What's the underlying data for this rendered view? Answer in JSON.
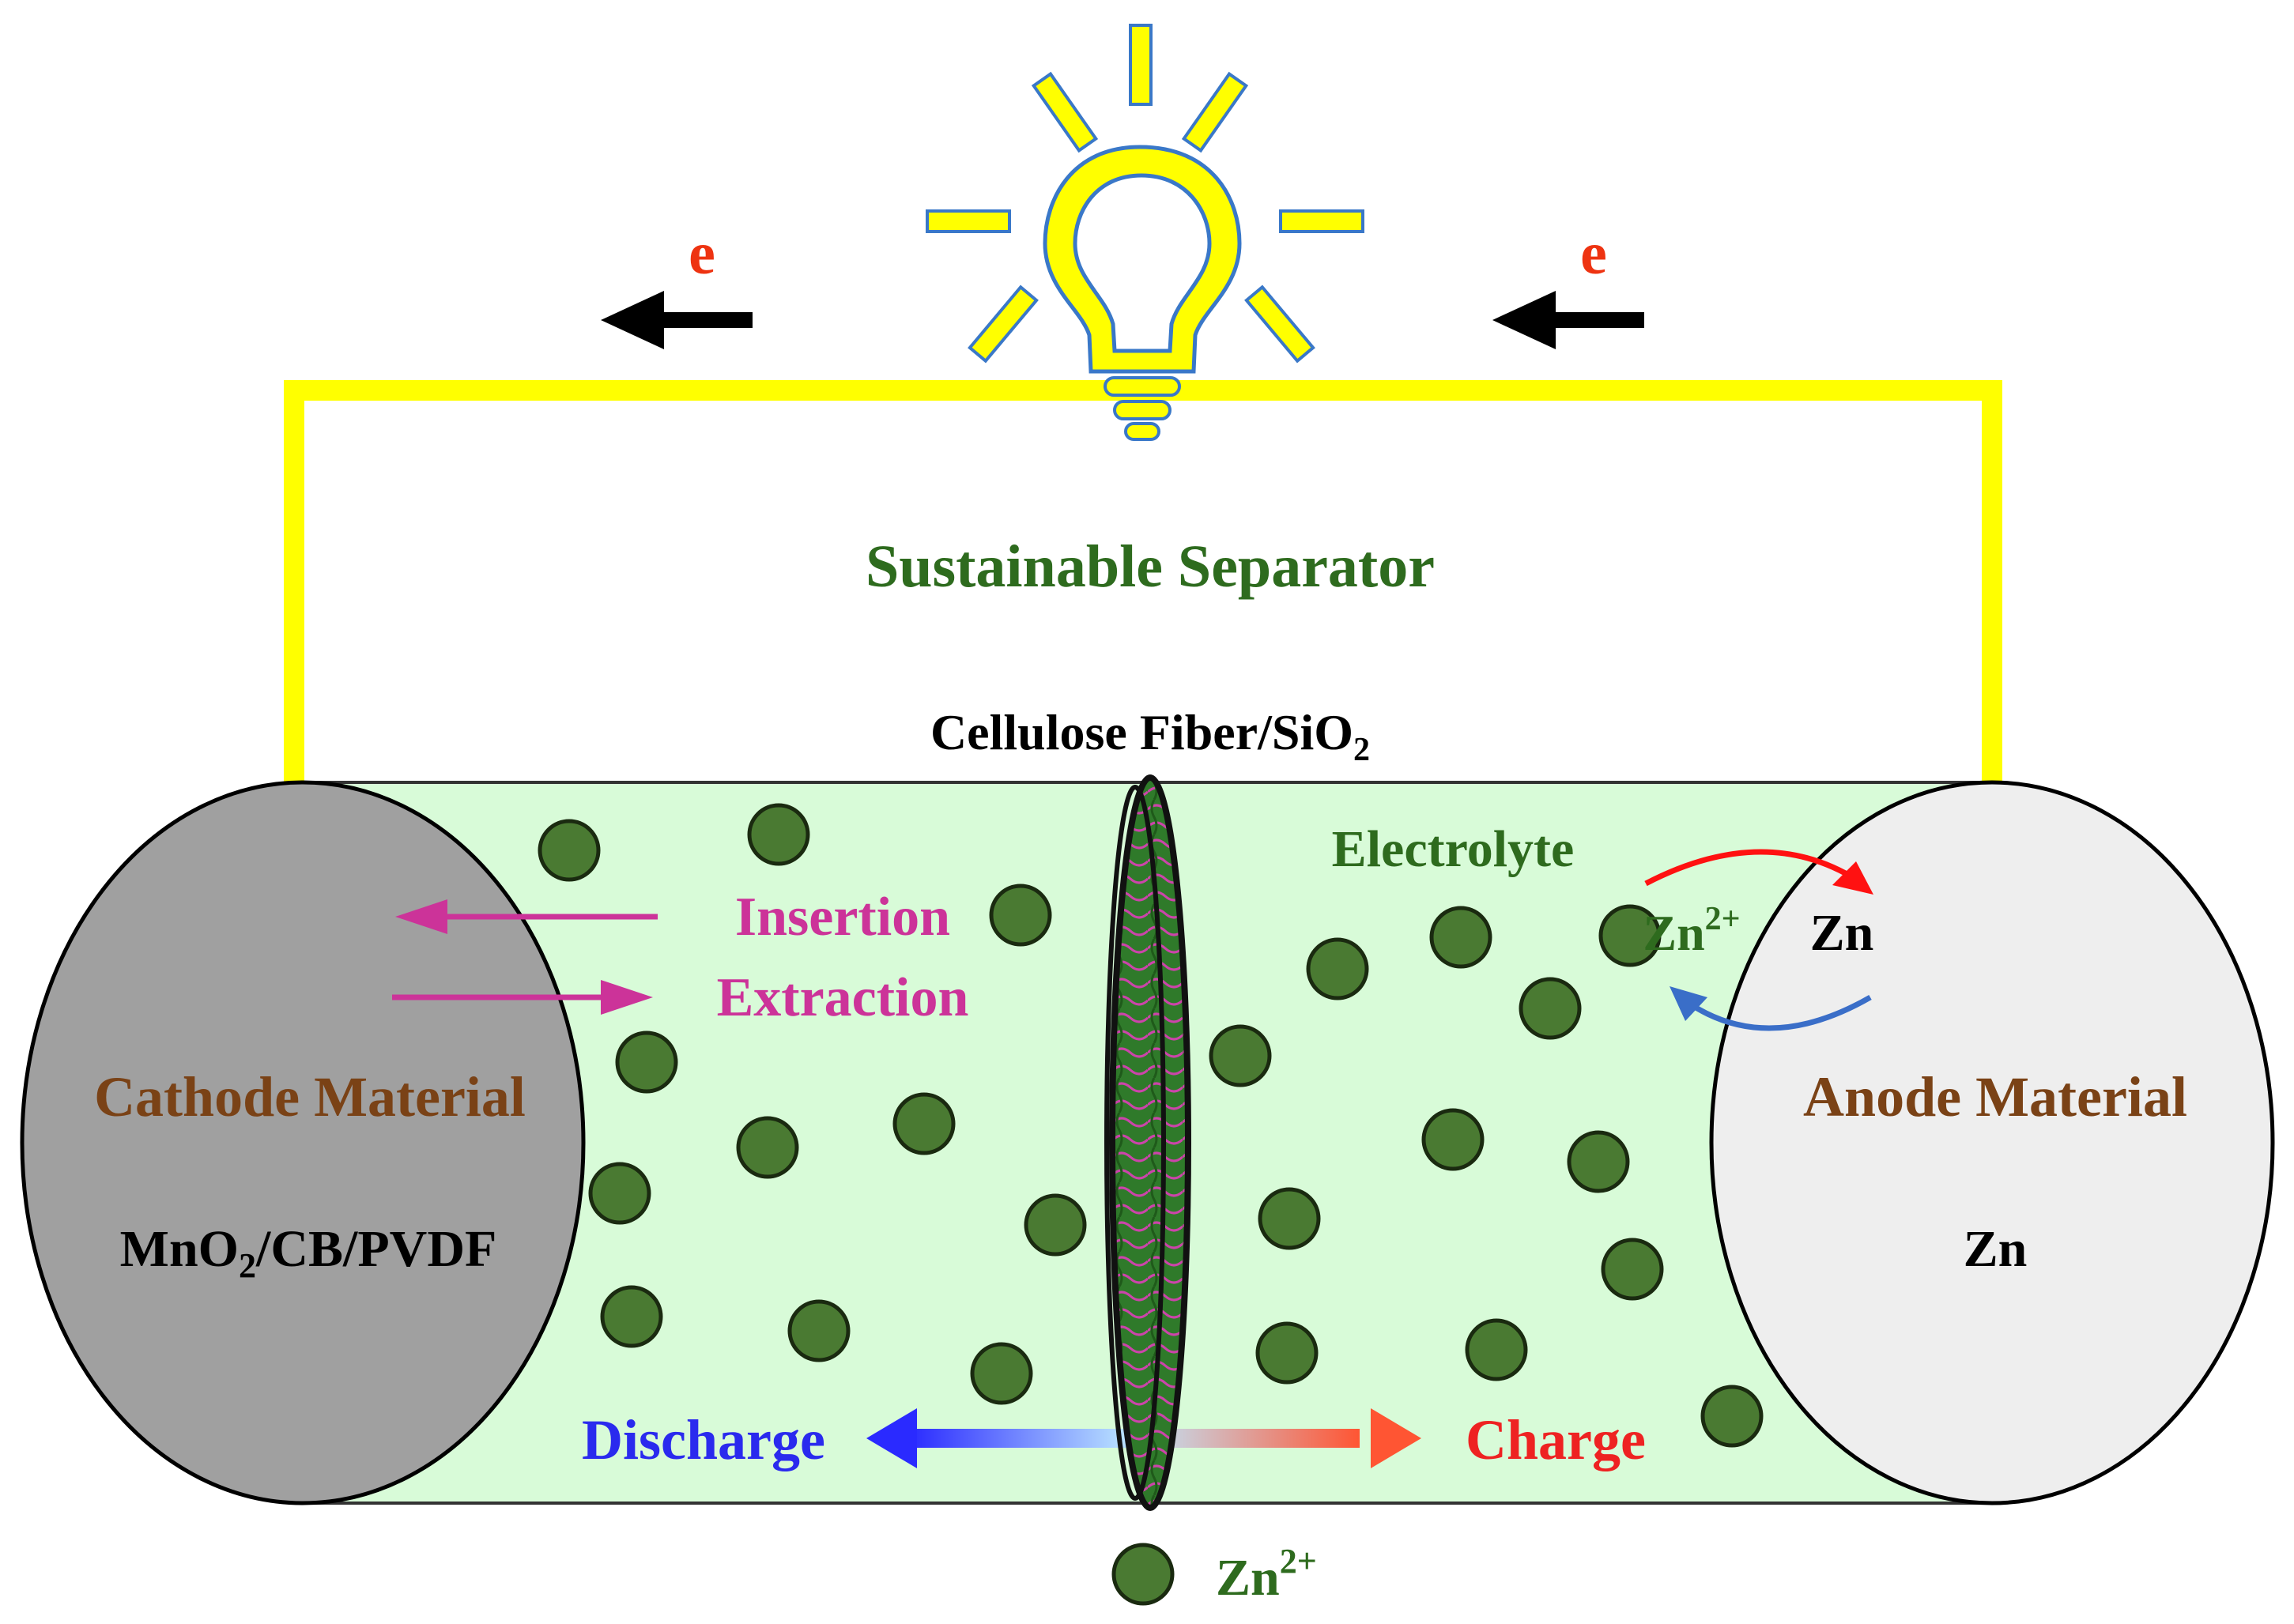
{
  "circuit": {
    "electron_left": "e",
    "electron_right": "e"
  },
  "separator": {
    "title": "Sustainable Separator",
    "material_base": "Cellulose Fiber/SiO",
    "material_sub": "2"
  },
  "cathode": {
    "title": "Cathode Material",
    "composition_a": "MnO",
    "composition_sub": "2",
    "composition_b": "/CB/PVDF"
  },
  "anode": {
    "title": "Anode Material",
    "composition": "Zn"
  },
  "electrolyte": {
    "label": "Electrolyte"
  },
  "reactions": {
    "insertion": "Insertion",
    "extraction": "Extraction",
    "ion_base": "Zn",
    "ion_sup": "2+",
    "metal": "Zn"
  },
  "process": {
    "discharge": "Discharge",
    "charge": "Charge"
  },
  "legend": {
    "ion_base": "Zn",
    "ion_sup": "2+"
  },
  "colors": {
    "wire": "#ffff00",
    "electrolyte_fill": "#d8fbd8",
    "cathode_fill": "#a0a0a0",
    "anode_fill": "#eeeeee",
    "ion": "#4a7a32",
    "separator_title": "#2e6b1e",
    "material_text": "#7a4216",
    "insertion_arrow": "#cc3399",
    "discharge": "#2a2aee",
    "charge": "#ee2222",
    "electron_label": "#ee3311"
  }
}
